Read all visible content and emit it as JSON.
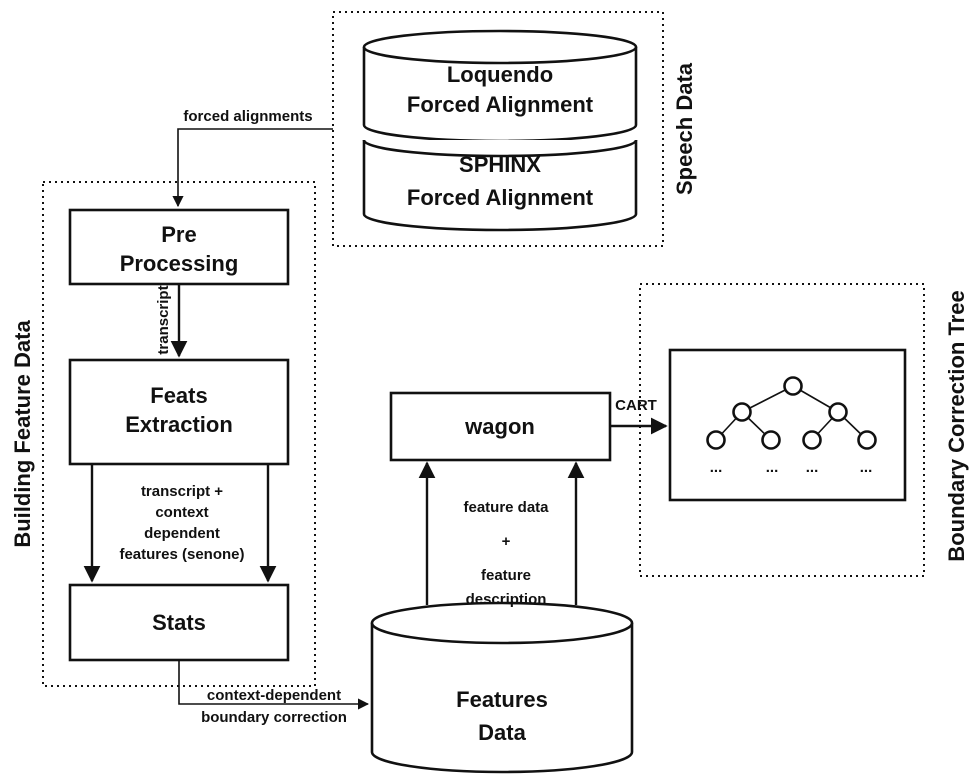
{
  "groups": {
    "speech_data": "Speech Data",
    "building_feature_data": "Building Feature Data",
    "boundary_correction_tree": "Boundary Correction Tree"
  },
  "databases": {
    "loquendo": [
      "Loquendo",
      "Forced Alignment"
    ],
    "sphinx": [
      "SPHINX",
      "Forced Alignment"
    ],
    "features": [
      "Features",
      "Data"
    ]
  },
  "boxes": {
    "preprocessing": [
      "Pre",
      "Processing"
    ],
    "feats_extraction": [
      "Feats",
      "Extraction"
    ],
    "stats": [
      "Stats"
    ],
    "wagon": [
      "wagon"
    ]
  },
  "edges": {
    "forced_alignments": "forced alignments",
    "transcript": "transcript",
    "transcript_features": [
      "transcript +",
      "context",
      "dependent",
      "features (senone)"
    ],
    "boundary_correction": [
      "context-dependent",
      "boundary correction"
    ],
    "feature_data": [
      "feature data",
      "+",
      "feature",
      "description"
    ],
    "cart": "CART"
  },
  "tree": {
    "ellipsis": "..."
  }
}
